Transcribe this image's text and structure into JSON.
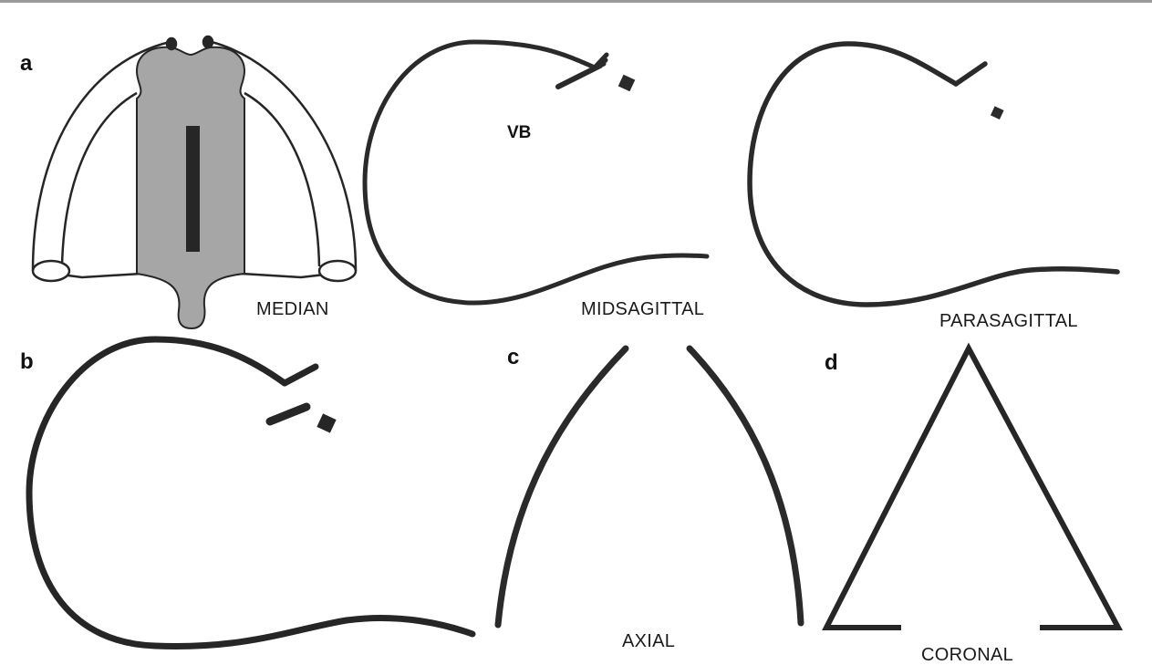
{
  "figure": {
    "panels": [
      {
        "letter": "a",
        "labels": [
          "MEDIAN",
          "MIDSAGITTAL",
          "PARASAGITTAL"
        ],
        "annotation": "VB"
      },
      {
        "letter": "b"
      },
      {
        "letter": "c",
        "labels": [
          "AXIAL"
        ]
      },
      {
        "letter": "d",
        "labels": [
          "CORONAL"
        ]
      }
    ]
  },
  "colors": {
    "stroke": "#262626",
    "shaded": "#a6a6a6",
    "rule": "#9a9a9a"
  }
}
